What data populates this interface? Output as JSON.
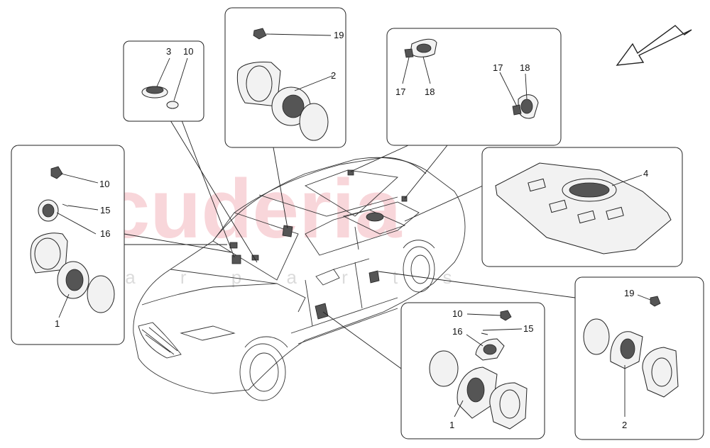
{
  "watermark": {
    "main": "scuderia",
    "sub": "c a r p a r t s"
  },
  "callouts": {
    "c3": "3",
    "c10a": "10",
    "c19a": "19",
    "c2a": "2",
    "c17a": "17",
    "c18a": "18",
    "c17b": "17",
    "c18b": "18",
    "c10b": "10",
    "c15a": "15",
    "c16a": "16",
    "c1a": "1",
    "c4": "4",
    "c19b": "19",
    "c2b": "2",
    "c10c": "10",
    "c16b": "16",
    "c15b": "15",
    "c1b": "1"
  },
  "colors": {
    "line": "#222222",
    "watermark": "#e0485a",
    "background": "#ffffff"
  },
  "icons": {
    "direction_arrow": "front-direction-arrow-icon"
  }
}
